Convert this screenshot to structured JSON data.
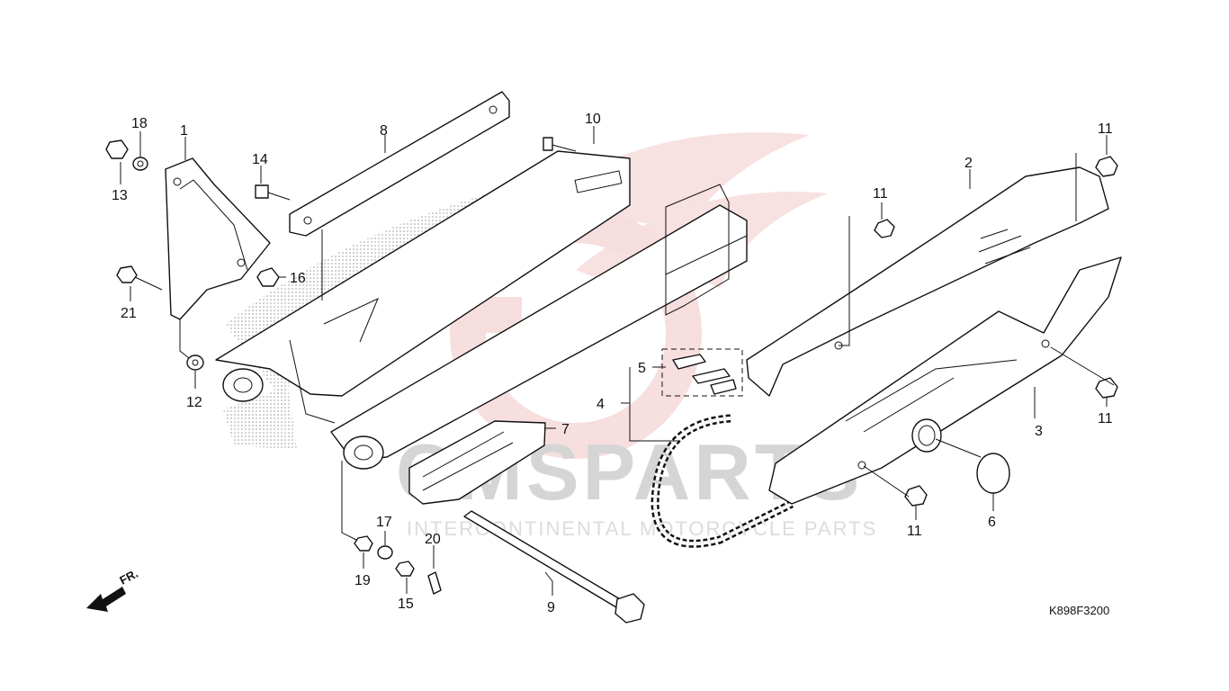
{
  "diagram_code": "K898F3200",
  "direction_marker": "FR.",
  "watermark": {
    "brand": "CMSPARTS",
    "tagline": "INTERCONTINENTAL MOTORCYCLE PARTS"
  },
  "callouts": [
    {
      "id": "c1",
      "label": "1"
    },
    {
      "id": "c2",
      "label": "2"
    },
    {
      "id": "c3",
      "label": "3"
    },
    {
      "id": "c4",
      "label": "4"
    },
    {
      "id": "c5",
      "label": "5"
    },
    {
      "id": "c6",
      "label": "6"
    },
    {
      "id": "c7",
      "label": "7"
    },
    {
      "id": "c8",
      "label": "8"
    },
    {
      "id": "c9",
      "label": "9"
    },
    {
      "id": "c10",
      "label": "10"
    },
    {
      "id": "c11a",
      "label": "11"
    },
    {
      "id": "c11b",
      "label": "11"
    },
    {
      "id": "c11c",
      "label": "11"
    },
    {
      "id": "c11d",
      "label": "11"
    },
    {
      "id": "c12",
      "label": "12"
    },
    {
      "id": "c13",
      "label": "13"
    },
    {
      "id": "c14",
      "label": "14"
    },
    {
      "id": "c15",
      "label": "15"
    },
    {
      "id": "c16",
      "label": "16"
    },
    {
      "id": "c17",
      "label": "17"
    },
    {
      "id": "c18",
      "label": "18"
    },
    {
      "id": "c19",
      "label": "19"
    },
    {
      "id": "c20",
      "label": "20"
    },
    {
      "id": "c21",
      "label": "21"
    }
  ]
}
